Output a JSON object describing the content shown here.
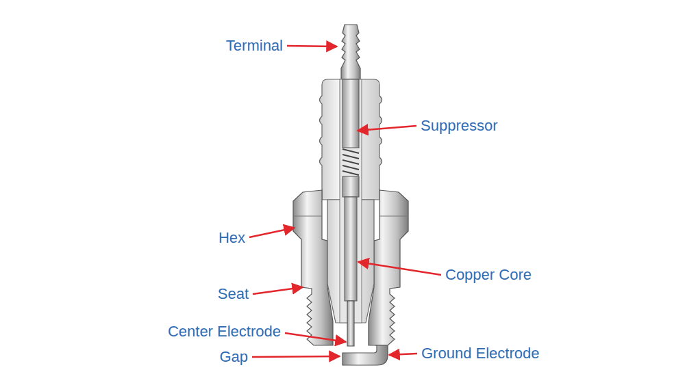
{
  "diagram": {
    "labels": [
      "Terminal",
      "Suppressor",
      "Hex",
      "Copper Core",
      "Seat",
      "Center Electrode",
      "Gap",
      "Ground Electrode"
    ]
  }
}
